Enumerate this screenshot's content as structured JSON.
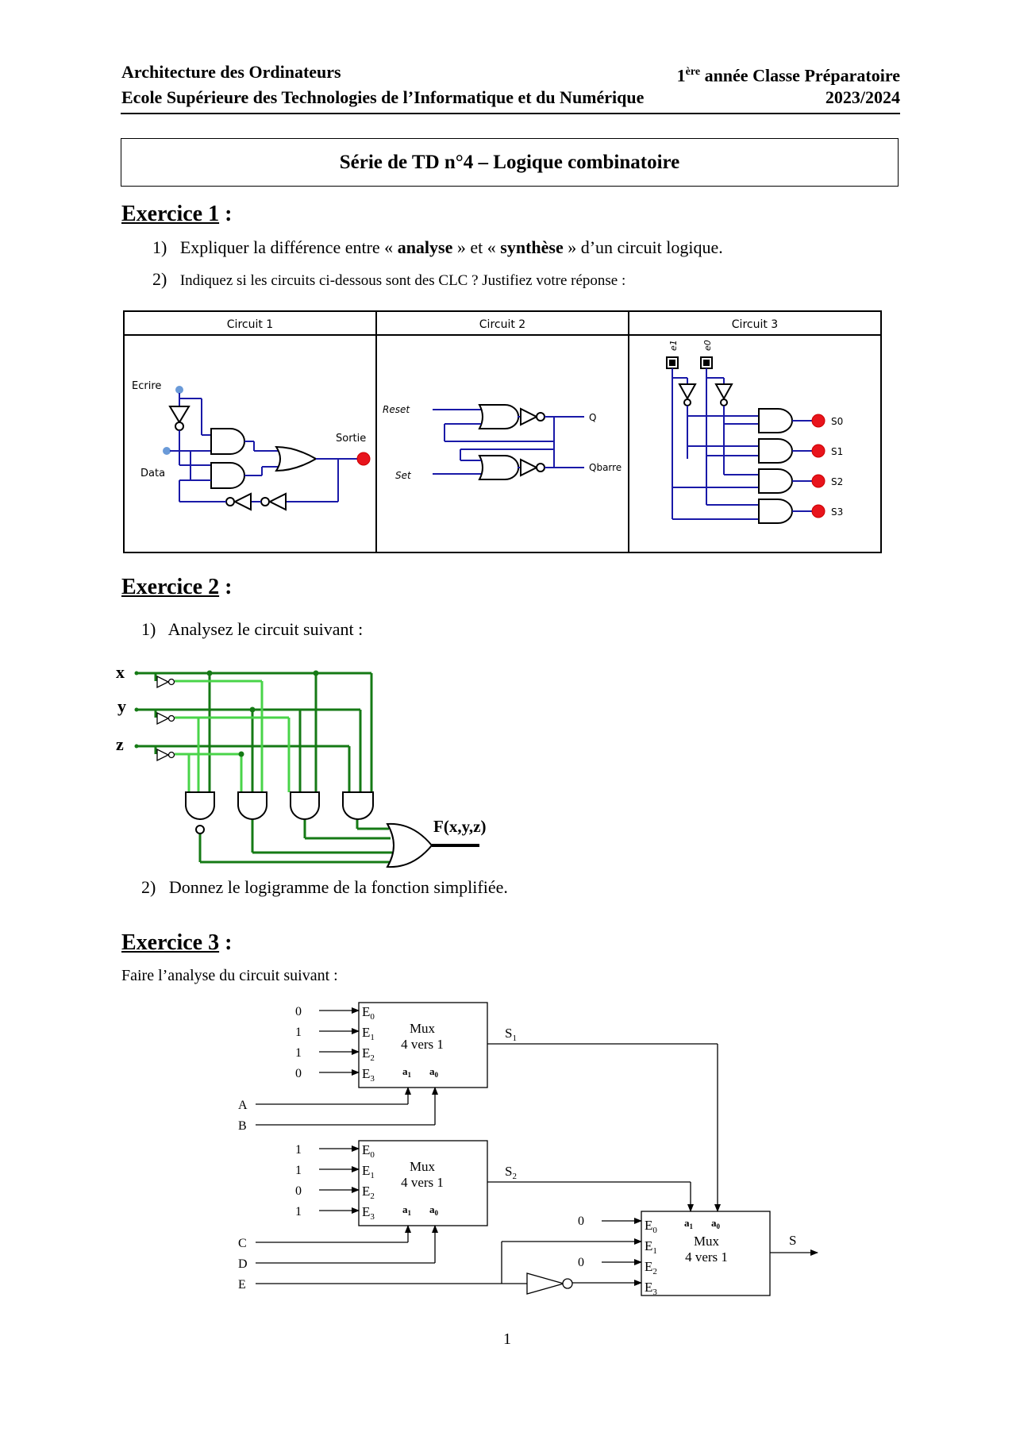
{
  "header": {
    "left_line1": "Architecture des Ordinateurs",
    "left_line2": "Ecole Supérieure des Technologies de l’Informatique et du Numérique",
    "right_line1_sup": "ère",
    "right_line1_num": "1",
    "right_line1_rest": " année Classe Préparatoire",
    "right_line2": "2023/2024"
  },
  "title": "Série de TD n°4 – Logique combinatoire",
  "ex1": {
    "heading_word": "Exercice 1",
    "heading_colon": " :",
    "q1_num": "1)",
    "q1_a": "Expliquer la différence entre « ",
    "q1_b": "analyse",
    "q1_c": " » et « ",
    "q1_d": "synthèse",
    "q1_e": " » d’un circuit logique.",
    "q2_num": "2)",
    "q2": "Indiquez si les circuits ci-dessous sont des CLC ? Justifiez votre réponse :",
    "circuits": [
      "Circuit 1",
      "Circuit 2",
      "Circuit 3"
    ],
    "c1": {
      "ecrire": "Ecrire",
      "data": "Data",
      "sortie": "Sortie"
    },
    "c2": {
      "reset": "Reset",
      "set": "Set",
      "q": "Q",
      "qbarre": "Qbarre"
    },
    "c3": {
      "e1": "e1",
      "e0": "e0",
      "outputs": [
        "S0",
        "S1",
        "S2",
        "S3"
      ]
    }
  },
  "ex2": {
    "heading_word": "Exercice 2",
    "heading_colon": " :",
    "q1_num": "1)",
    "q1": "Analysez le circuit suivant :",
    "inputs": [
      "x",
      "y",
      "z"
    ],
    "output": "F(x,y,z)",
    "q2_num": "2)",
    "q2": "Donnez le logigramme de la fonction simplifiée."
  },
  "ex3": {
    "heading_word": "Exercice 3",
    "heading_colon": " :",
    "intro": "Faire l’analyse du circuit suivant :",
    "mux_label_1": "Mux",
    "mux_label_2": "4 vers 1",
    "mux1_inputs": [
      "0",
      "1",
      "1",
      "0"
    ],
    "mux2_inputs": [
      "1",
      "1",
      "0",
      "1"
    ],
    "mux3_inputs": [
      "0",
      "",
      "0",
      ""
    ],
    "signals": [
      "A",
      "B",
      "C",
      "D",
      "E"
    ],
    "s1": "S",
    "s1_sub": "1",
    "s2": "S",
    "s2_sub": "2",
    "out": "S",
    "E": "E",
    "a": "a",
    "sub": [
      "0",
      "1",
      "2",
      "3"
    ]
  },
  "page_number": "1",
  "colors": {
    "blue_wire": "#1a1aa8",
    "red_led": "#e8141c",
    "green_dark": "#157a15",
    "green_light": "#49d449"
  }
}
